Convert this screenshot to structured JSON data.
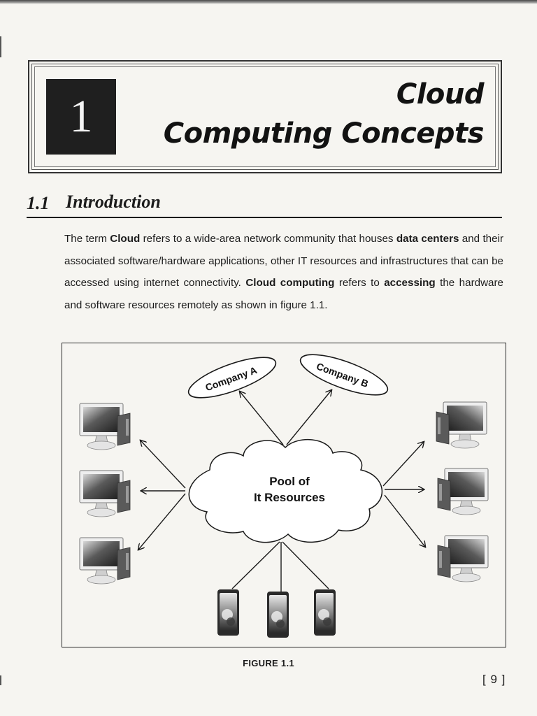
{
  "chapter": {
    "number": "1",
    "title_line1": "Cloud",
    "title_line2": "Computing Concepts"
  },
  "section": {
    "number": "1.1",
    "title": "Introduction"
  },
  "paragraph": {
    "s1": "The term ",
    "b1": "Cloud",
    "s2": " refers to a wide-area network community that houses ",
    "b2": "data centers",
    "s3": " and their associated software/hardware applications, other IT resources and infrastructures that can be accessed using internet connectivity. ",
    "b3": "Cloud computing",
    "s4": " refers to ",
    "b4": "accessing",
    "s5": " the hardware and software resources remotely as shown in figure 1.1."
  },
  "figure": {
    "cloud_line1": "Pool of",
    "cloud_line2": "It Resources",
    "company_a": "Company A",
    "company_b": "Company B",
    "caption": "FIGURE 1.1"
  },
  "page_number": "[ 9 ]"
}
